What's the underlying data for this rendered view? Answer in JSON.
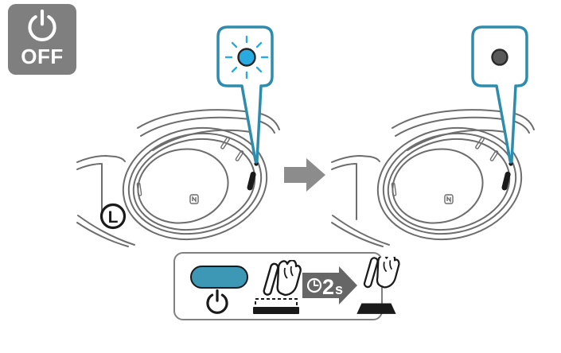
{
  "colors": {
    "badge_bg": "#7f7f7f",
    "line_art": "#6d6d6d",
    "callout_teal": "#2e8cad",
    "led_blue": "#29abe2",
    "led_off_fill": "#595959",
    "led_off_ring": "#2b2b2b",
    "arrow_gray": "#8c8c8c",
    "panel_border": "#808080",
    "pill_teal": "#3d98b5",
    "step_arrow_gray": "#666666",
    "ink": "#1a1a1a"
  },
  "badge": {
    "label": "OFF",
    "icon": "power-icon"
  },
  "headphones": {
    "left": {
      "marker": "L",
      "nfc_icon": "nfc-mark-icon",
      "led_state": "blinking"
    },
    "right": {
      "led_state": "off"
    }
  },
  "callouts": {
    "left": {
      "icon": "led-blinking-icon",
      "state": "indicator lit (blue)"
    },
    "right": {
      "icon": "led-off-icon",
      "state": "indicator off"
    }
  },
  "transition": {
    "icon": "arrow-right-icon"
  },
  "instruction_panel": {
    "power_button_icon": "power-icon",
    "press_icon": "press-and-hold-icon",
    "duration": {
      "clock_icon": "clock-icon",
      "value": "2",
      "unit": "s"
    },
    "release_icon": "release-finger-icon"
  }
}
